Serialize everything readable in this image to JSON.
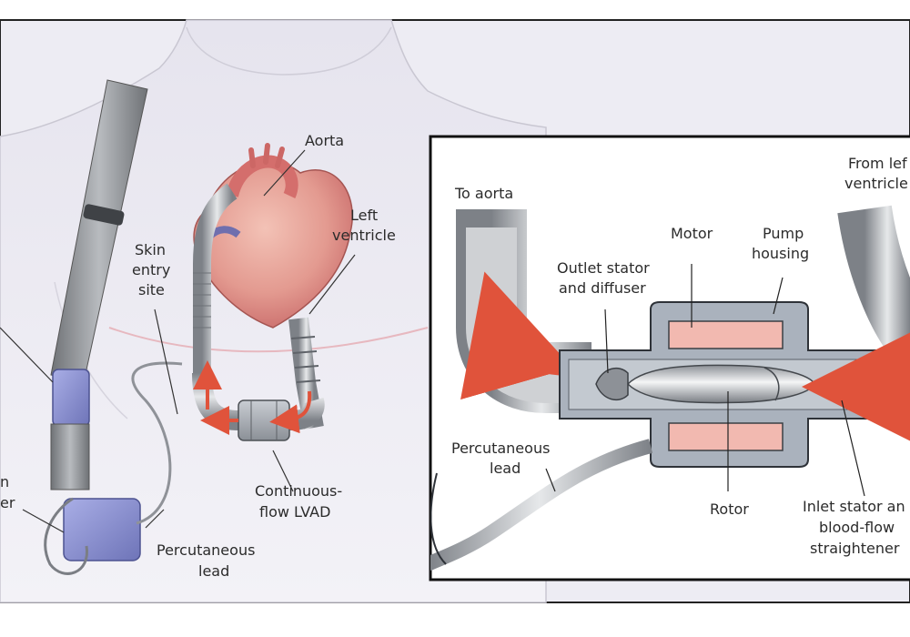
{
  "colors": {
    "background": "#ffffff",
    "panel_bg": "#ecebf2",
    "heart": "#e08a86",
    "pump_gray": "#9ea3aa",
    "motor_pink": "#f2b9b0",
    "flow_arrow": "#e0533b",
    "frame": "#1b1b1b"
  },
  "left_panel": {
    "labels": {
      "aorta": "Aorta",
      "left_ventricle_line1": "Left",
      "left_ventricle_line2": "ventricle",
      "skin_entry_line1": "Skin",
      "skin_entry_line2": "entry",
      "skin_entry_line3": "site",
      "lvad_line1": "Continuous-",
      "lvad_line2": "flow LVAD",
      "perc_lead_line1": "Percutaneous",
      "perc_lead_line2": "lead",
      "controller_cut_line1": "n",
      "controller_cut_line2": "er"
    }
  },
  "right_panel": {
    "labels": {
      "to_aorta": "To aorta",
      "from_lv_line1": "From lef",
      "from_lv_line2": "ventricle",
      "motor": "Motor",
      "pump_housing_line1": "Pump",
      "pump_housing_line2": "housing",
      "outlet_line1": "Outlet stator",
      "outlet_line2": "and diffuser",
      "perc_lead_line1": "Percutaneous",
      "perc_lead_line2": "lead",
      "rotor": "Rotor",
      "inlet_line1": "Inlet stator an",
      "inlet_line2": "blood-flow",
      "inlet_line3": "straightener"
    }
  }
}
